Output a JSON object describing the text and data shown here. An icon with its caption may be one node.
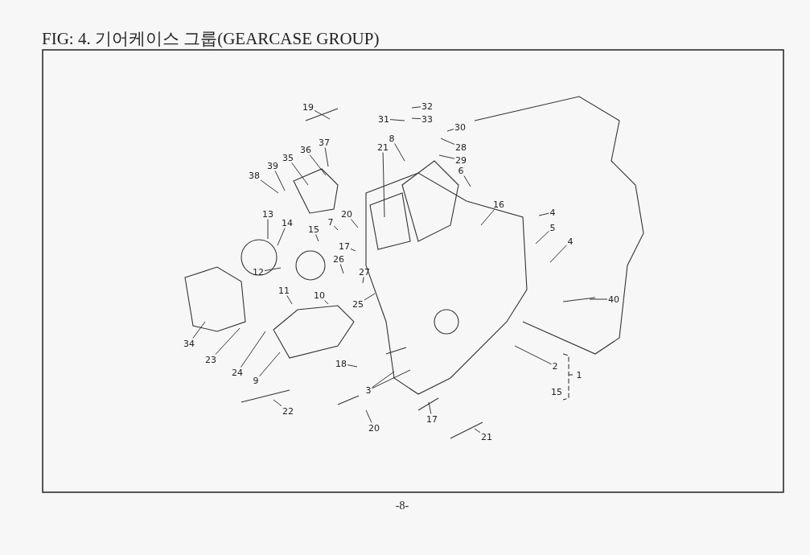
{
  "diagram": {
    "title": "FIG: 4. 기어케이스 그룹(GEARCASE GROUP)",
    "nodes": [
      {
        "text": [
          "19"
        ]
      },
      {
        "text": [
          "32"
        ]
      },
      {
        "text": [
          "33"
        ]
      },
      {
        "text": [
          "31"
        ]
      },
      {
        "text": [
          "30"
        ]
      },
      {
        "text": [
          "28"
        ]
      },
      {
        "text": [
          "29"
        ]
      },
      {
        "text": [
          "21"
        ]
      },
      {
        "text": [
          "8"
        ]
      },
      {
        "text": [
          "36"
        ]
      },
      {
        "text": [
          "37"
        ]
      },
      {
        "text": [
          "35"
        ]
      },
      {
        "text": [
          "39"
        ]
      },
      {
        "text": [
          "38"
        ]
      },
      {
        "text": [
          "6"
        ]
      },
      {
        "text": [
          "16"
        ]
      },
      {
        "text": [
          "20"
        ]
      },
      {
        "text": [
          "7"
        ]
      },
      {
        "text": [
          "4"
        ]
      },
      {
        "text": [
          "5"
        ]
      },
      {
        "text": [
          "4"
        ]
      },
      {
        "text": [
          "13"
        ]
      },
      {
        "text": [
          "14"
        ]
      },
      {
        "text": [
          "17"
        ]
      },
      {
        "text": [
          "15"
        ]
      },
      {
        "text": [
          "12"
        ]
      },
      {
        "text": [
          "26"
        ]
      },
      {
        "text": [
          "27"
        ]
      },
      {
        "text": [
          "25"
        ]
      },
      {
        "text": [
          "11"
        ]
      },
      {
        "text": [
          "10"
        ]
      },
      {
        "text": [
          "40"
        ]
      },
      {
        "text": [
          "34"
        ]
      },
      {
        "text": [
          "23"
        ]
      },
      {
        "text": [
          "24"
        ]
      },
      {
        "text": [
          "9"
        ]
      },
      {
        "text": [
          "18"
        ]
      },
      {
        "text": [
          "2"
        ]
      },
      {
        "text": [
          "3"
        ]
      },
      {
        "text": [
          "17"
        ]
      },
      {
        "text": [
          "20"
        ]
      },
      {
        "text": [
          "22"
        ]
      },
      {
        "text": [
          "21"
        ]
      }
    ],
    "edges": [
      {
        "from": 0,
        "to": null,
        "arrow": "none"
      },
      {
        "from": 1,
        "to": null,
        "arrow": "none"
      },
      {
        "from": 2,
        "to": null,
        "arrow": "none"
      },
      {
        "from": 3,
        "to": null,
        "arrow": "none"
      },
      {
        "from": 4,
        "to": null,
        "arrow": "none"
      },
      {
        "from": 5,
        "to": null,
        "arrow": "none"
      },
      {
        "from": 6,
        "to": null,
        "arrow": "none"
      },
      {
        "from": 7,
        "to": null,
        "arrow": "none"
      },
      {
        "from": 8,
        "to": null,
        "arrow": "none"
      },
      {
        "from": 9,
        "to": null,
        "arrow": "none"
      },
      {
        "from": 10,
        "to": null,
        "arrow": "none"
      },
      {
        "from": 11,
        "to": null,
        "arrow": "none"
      },
      {
        "from": 12,
        "to": null,
        "arrow": "none"
      },
      {
        "from": 13,
        "to": null,
        "arrow": "none"
      },
      {
        "from": 14,
        "to": null,
        "arrow": "none"
      },
      {
        "from": 15,
        "to": null,
        "arrow": "none"
      },
      {
        "from": 16,
        "to": null,
        "arrow": "none"
      },
      {
        "from": 17,
        "to": null,
        "arrow": "none"
      },
      {
        "from": 18,
        "to": null,
        "arrow": "none"
      },
      {
        "from": 19,
        "to": null,
        "arrow": "none"
      },
      {
        "from": 20,
        "to": null,
        "arrow": "none"
      },
      {
        "from": 21,
        "to": null,
        "arrow": "none"
      },
      {
        "from": 22,
        "to": null,
        "arrow": "none"
      },
      {
        "from": 23,
        "to": null,
        "arrow": "none"
      },
      {
        "from": 24,
        "to": null,
        "arrow": "none"
      },
      {
        "from": 25,
        "to": null,
        "arrow": "none"
      },
      {
        "from": 26,
        "to": null,
        "arrow": "none"
      },
      {
        "from": 27,
        "to": null,
        "arrow": "none"
      },
      {
        "from": 28,
        "to": null,
        "arrow": "none"
      },
      {
        "from": 29,
        "to": null,
        "arrow": "none"
      },
      {
        "from": 30,
        "to": null,
        "arrow": "none"
      },
      {
        "from": 31,
        "to": null,
        "arrow": "none"
      },
      {
        "from": 32,
        "to": null,
        "arrow": "none"
      },
      {
        "from": 33,
        "to": null,
        "arrow": "none"
      },
      {
        "from": 34,
        "to": null,
        "arrow": "none"
      },
      {
        "from": 35,
        "to": null,
        "arrow": "none"
      },
      {
        "from": 36,
        "to": null,
        "arrow": "none"
      },
      {
        "from": 37,
        "to": null,
        "arrow": "none"
      },
      {
        "from": 38,
        "to": null,
        "arrow": "none"
      },
      {
        "from": 38,
        "to": null,
        "arrow": "none"
      },
      {
        "from": 39,
        "to": null,
        "arrow": "none"
      },
      {
        "from": 40,
        "to": null,
        "arrow": "none"
      },
      {
        "from": 41,
        "to": null,
        "arrow": "none"
      },
      {
        "from": 42,
        "to": null,
        "arrow": "none"
      }
    ],
    "labels": [
      "1",
      "15",
      "-8-"
    ]
  }
}
